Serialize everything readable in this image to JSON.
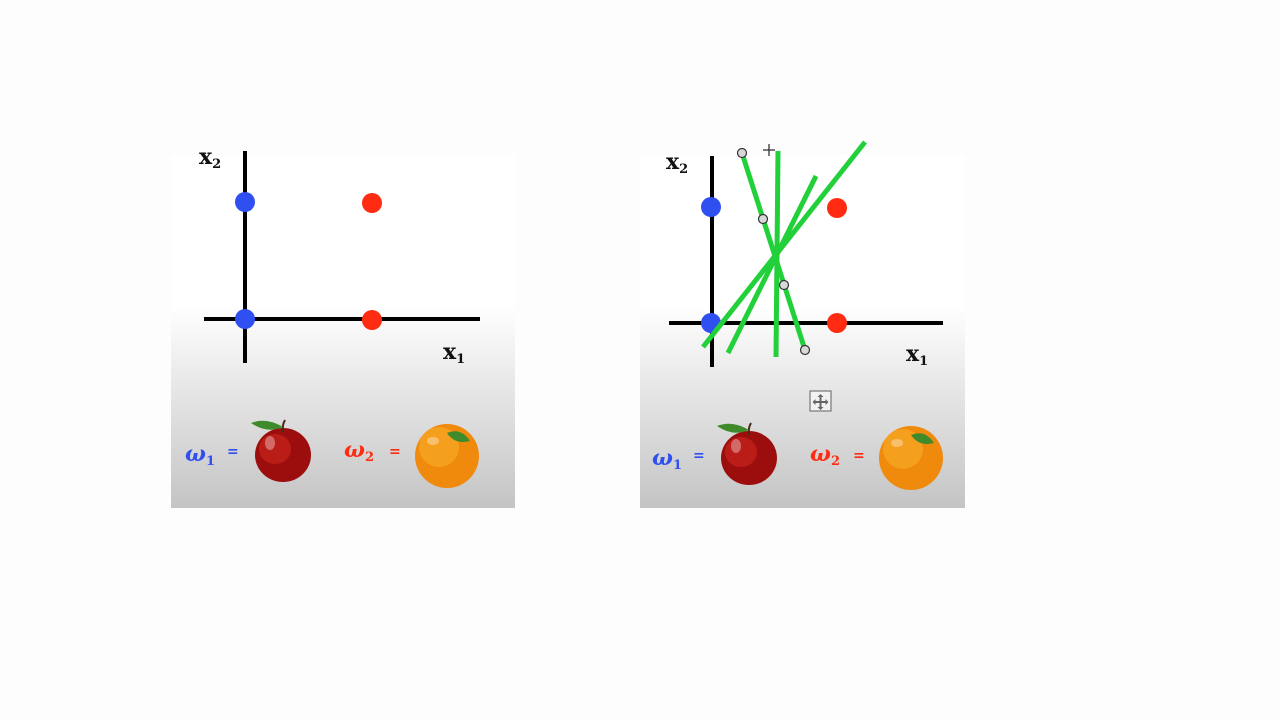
{
  "x1_label": "x",
  "x1_sub": "1",
  "x2_label": "x",
  "x2_sub": "2",
  "omega_symbol": "ω",
  "omega1_sub": "1",
  "omega2_sub": "2",
  "equals": "=",
  "colors": {
    "class1": "#2f4ff0",
    "class2": "#ff2b12",
    "lines": "#22d03a",
    "axis": "#000000"
  },
  "icons": [
    "apple-icon",
    "orange-icon",
    "move-cursor-icon",
    "crosshair-cursor-icon"
  ]
}
